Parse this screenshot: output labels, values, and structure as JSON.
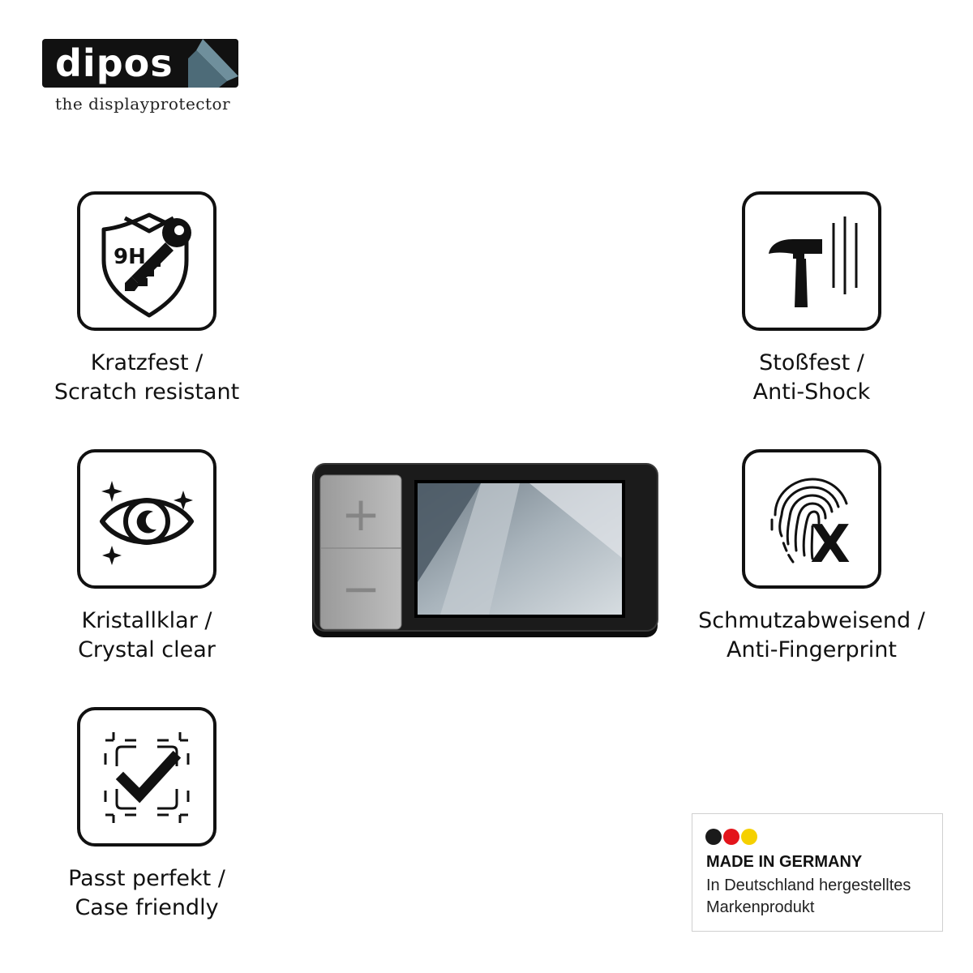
{
  "brand": {
    "logo_text": "dipos",
    "tagline": "the displayprotector"
  },
  "features": {
    "scratch": {
      "line1": "Kratzfest /",
      "line2": "Scratch resistant",
      "icon": "shield-9h-key-icon",
      "badge": "9H"
    },
    "clear": {
      "line1": "Kristallklar /",
      "line2": "Crystal clear",
      "icon": "eye-sparkle-icon"
    },
    "case": {
      "line1": "Passt perfekt /",
      "line2": "Case friendly",
      "icon": "frame-check-icon"
    },
    "shock": {
      "line1": "Stoßfest /",
      "line2": "Anti-Shock",
      "icon": "hammer-icon"
    },
    "fingerprint": {
      "line1": "Schmutzabweisend /",
      "line2": "Anti-Fingerprint",
      "icon": "fingerprint-x-icon",
      "mark": "X"
    }
  },
  "device": {
    "button_plus": "+",
    "button_minus": "−"
  },
  "made_in": {
    "title": "MADE IN GERMANY",
    "line1": "In Deutschland hergestelltes",
    "line2": "Markenprodukt",
    "flag_colors": [
      "#1a1a1a",
      "#e3141b",
      "#f5d000"
    ]
  },
  "colors": {
    "ink": "#111111",
    "logo_corner": "#5f7f8c"
  }
}
